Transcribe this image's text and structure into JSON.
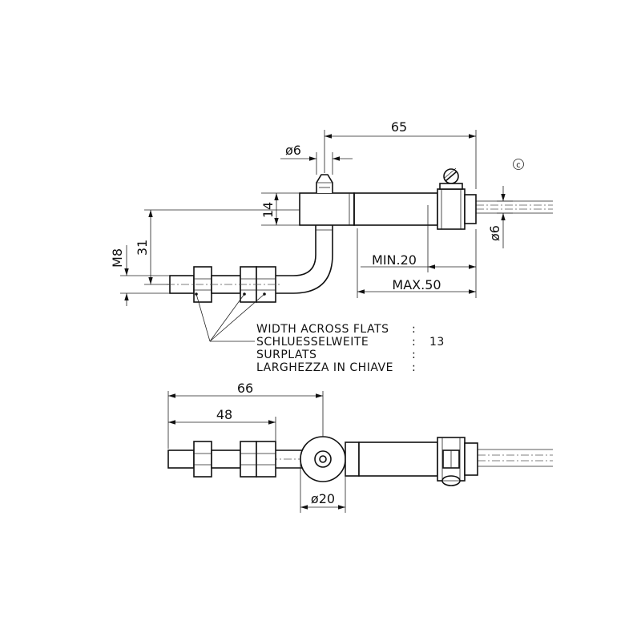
{
  "copyright_mark": "c",
  "top_view": {
    "dims": {
      "overall_length": "65",
      "pin_diameter": "ø6",
      "body_height": "14",
      "offset_height": "31",
      "thread": "M8",
      "cable_diameter": "ø6",
      "min_insertion": "MIN.20",
      "max_insertion": "MAX.50"
    }
  },
  "notes": {
    "lines": [
      "WIDTH ACROSS FLATS",
      "SCHLUESSELWEITE",
      "SURPLATS",
      "LARGHEZZA IN CHIAVE"
    ],
    "colon": ":",
    "value": "13"
  },
  "side_view": {
    "dims": {
      "overall_length": "66",
      "thread_length": "48",
      "eye_diameter": "ø20"
    }
  }
}
